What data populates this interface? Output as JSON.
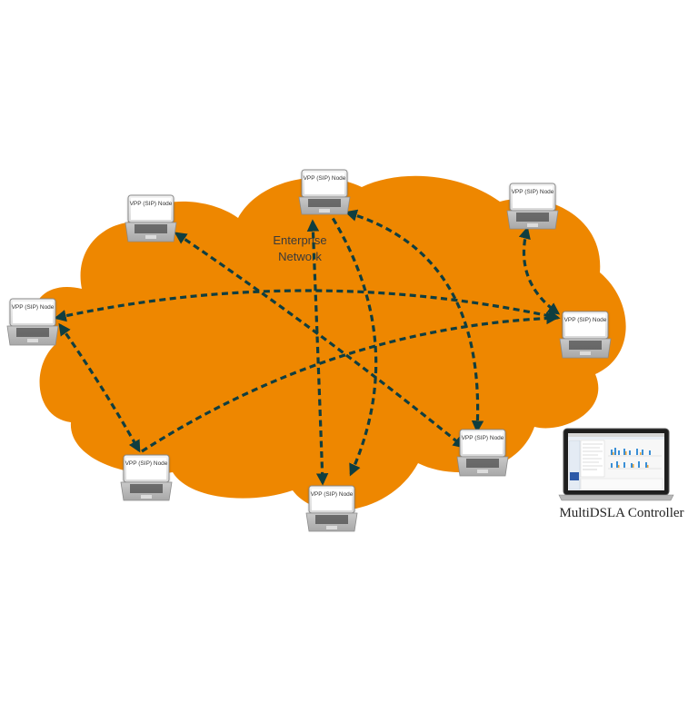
{
  "cloud": {
    "label_line1": "Enterprise",
    "label_line2": "Network",
    "fill_color": "#ee8700"
  },
  "arrow_color": "#0f3e40",
  "nodes": [
    {
      "label": "VPP (SIP) Node"
    },
    {
      "label": "VPP (SIP) Node"
    },
    {
      "label": "VPP (SIP) Node"
    },
    {
      "label": "VPP (SIP) Node"
    },
    {
      "label": "VPP (SIP) Node"
    },
    {
      "label": "VPP (SIP) Node"
    },
    {
      "label": "VPP (SIP) Node"
    },
    {
      "label": "VPP (SIP) Node"
    }
  ],
  "controller": {
    "label": "MultiDSLA Controller"
  }
}
